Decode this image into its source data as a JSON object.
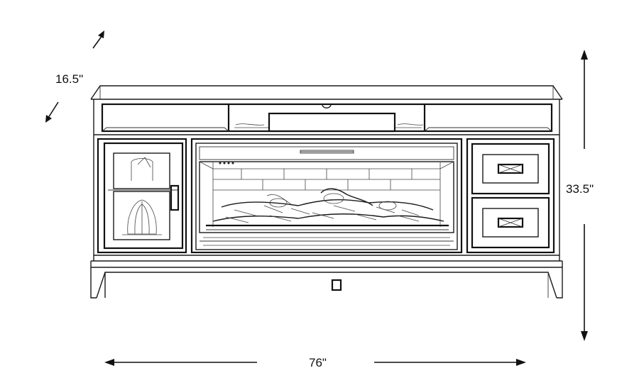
{
  "dimensions": {
    "depth": "16.5\"",
    "height": "33.5\"",
    "width": "76\""
  },
  "colors": {
    "line": "#1a1a1a",
    "background": "#ffffff"
  }
}
